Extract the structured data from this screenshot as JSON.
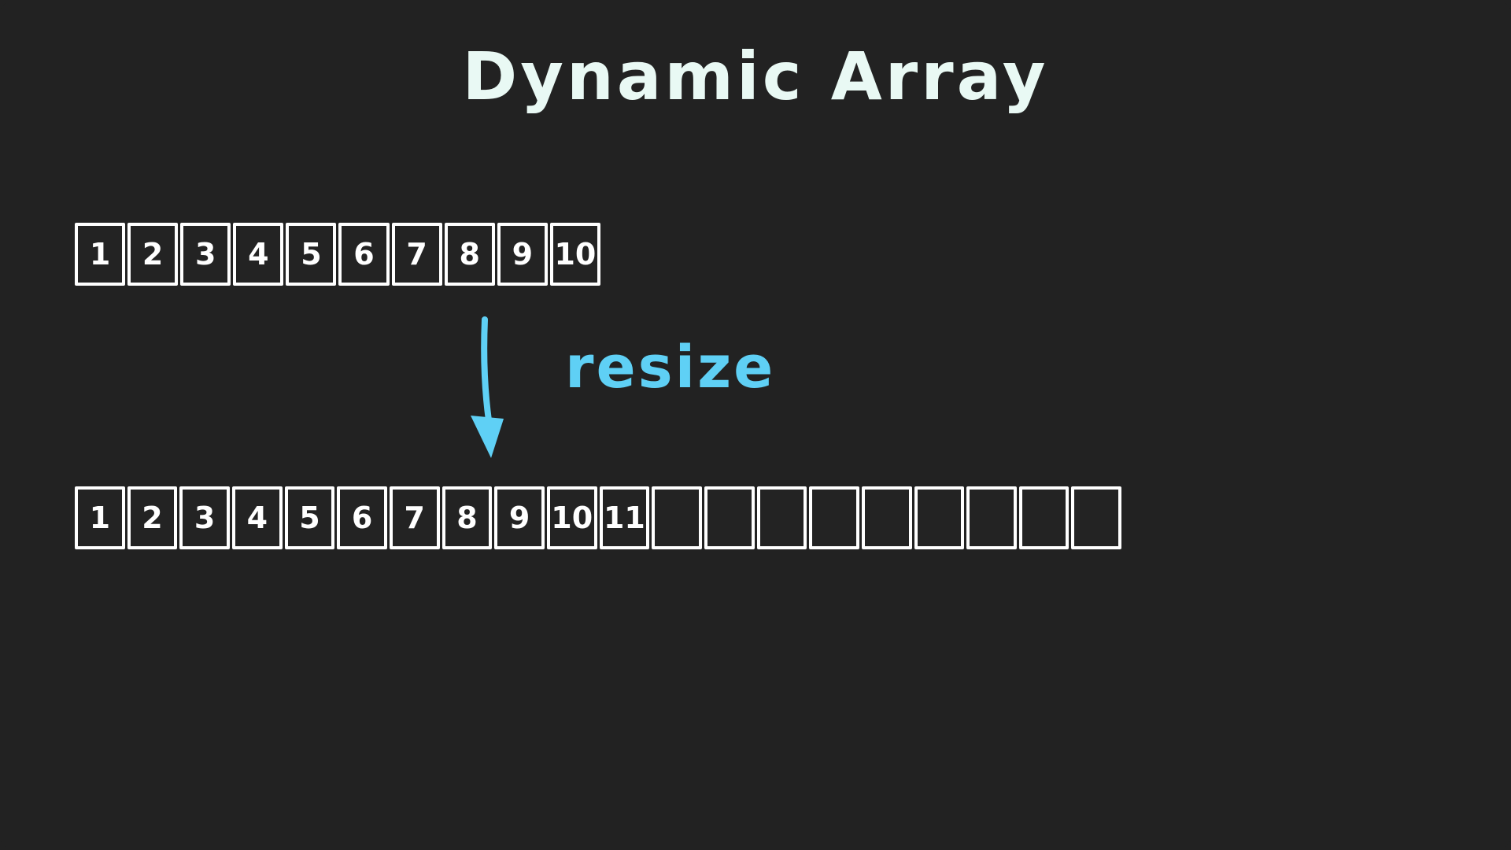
{
  "title": "Dynamic Array",
  "arrow_label": "resize",
  "colors": {
    "background": "#222222",
    "title_text": "#e9f9f4",
    "cell_border": "#ffffff",
    "cell_text": "#ffffff",
    "accent": "#5fd0f5"
  },
  "arrays": {
    "before": {
      "capacity": 10,
      "values": [
        "1",
        "2",
        "3",
        "4",
        "5",
        "6",
        "7",
        "8",
        "9",
        "10"
      ]
    },
    "after": {
      "capacity": 20,
      "values": [
        "1",
        "2",
        "3",
        "4",
        "5",
        "6",
        "7",
        "8",
        "9",
        "10",
        "11"
      ]
    }
  }
}
